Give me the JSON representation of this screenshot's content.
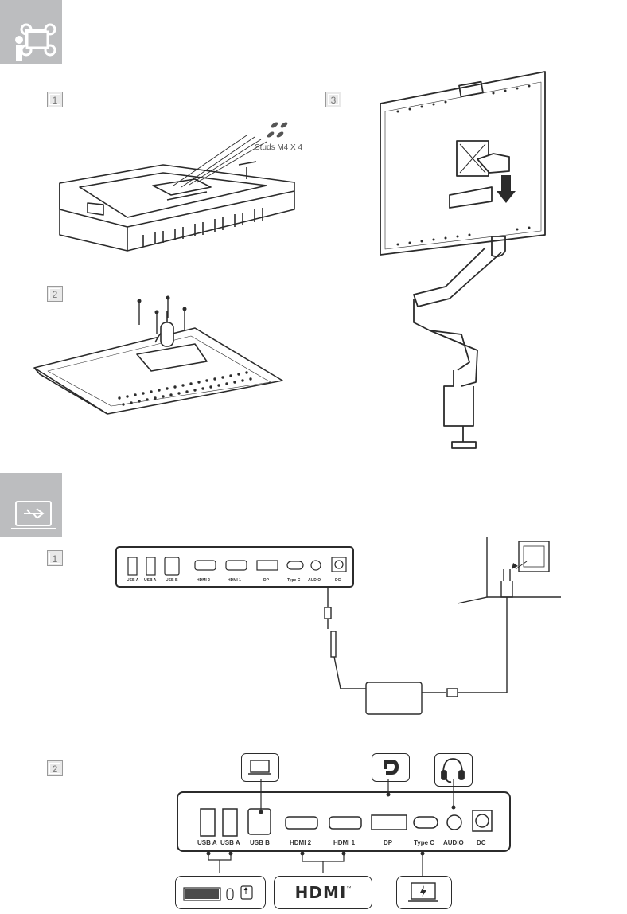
{
  "section1": {
    "steps": [
      "1",
      "2",
      "3"
    ],
    "studs_label": "Studs M4 X 4"
  },
  "section2": {
    "steps": [
      "1",
      "2"
    ],
    "ports_small": [
      "USB A",
      "USB A",
      "USB B",
      "HDMI 2",
      "HDMI 1",
      "DP",
      "Type C",
      "AUDIO",
      "DC"
    ],
    "ports_large": [
      "USB A",
      "USB A",
      "USB B",
      "HDMI 2",
      "HDMI 1",
      "DP",
      "Type C",
      "AUDIO",
      "DC"
    ],
    "hdmi_logo": "HDMI",
    "hdmi_tm": "™"
  },
  "colors": {
    "tab_gray": "#bcbdbf",
    "line_dark": "#2b2b2b"
  }
}
